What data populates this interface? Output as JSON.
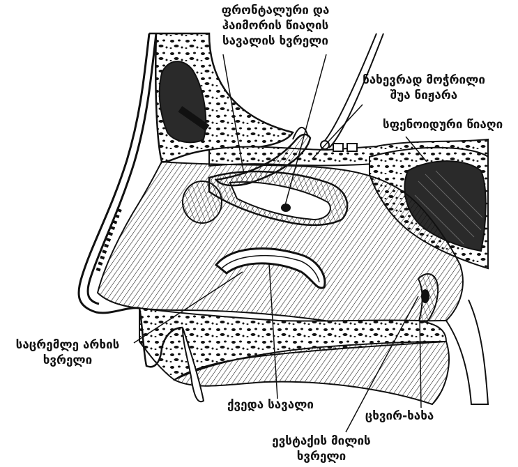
{
  "labels": {
    "frontal_maxillary": [
      "ფრონტალური და",
      "ჰაიმორის წიაღის",
      "სავალის ხვრელი"
    ],
    "partially_cut_middle_turbinate": [
      "ნახევრად მოჭრილი",
      "შუა ნიჟარა"
    ],
    "sphenoid_sinus": [
      "სფენოიდური წიაღი"
    ],
    "nasolacrimal_duct_opening": [
      "საცრემლე არხის",
      "ხვრელი"
    ],
    "inferior_meatus": [
      "ქვედა სავალი"
    ],
    "nasopharynx": [
      "ცხვირ-ხახა"
    ],
    "eustachian_tube_opening": [
      "ევსტაქის მილის",
      "ხვრელი"
    ]
  },
  "colors": {
    "ink": "#111111",
    "paper": "#ffffff",
    "sinus_dark": "#2a2a2a"
  }
}
